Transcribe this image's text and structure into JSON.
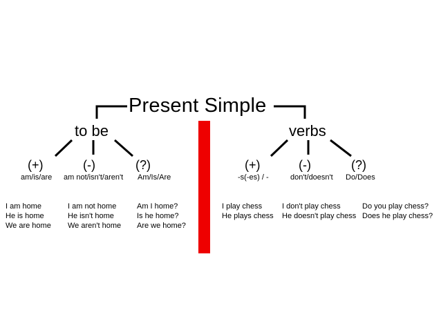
{
  "title": "Present Simple",
  "divider_color": "#ee0000",
  "branches": {
    "to_be": {
      "label": "to be",
      "columns": [
        {
          "sign": "(+)",
          "form": "am/is/are",
          "examples": [
            "I am home",
            "He is home",
            "We are home"
          ]
        },
        {
          "sign": "(-)",
          "form": "am not/isn't/aren't",
          "examples": [
            "I am not home",
            "He isn't home",
            "We aren't home"
          ]
        },
        {
          "sign": "(?)",
          "form": "Am/Is/Are",
          "examples": [
            "Am I home?",
            "Is he home?",
            "Are we home?"
          ]
        }
      ]
    },
    "verbs": {
      "label": "verbs",
      "columns": [
        {
          "sign": "(+)",
          "form": "-s(-es) / -",
          "examples": [
            "I play chess",
            "He plays chess"
          ]
        },
        {
          "sign": "(-)",
          "form": "don't/doesn't",
          "examples": [
            "I don't play chess",
            "He doesn't play chess"
          ]
        },
        {
          "sign": "(?)",
          "form": "Do/Does",
          "examples": [
            "Do you play chess?",
            "Does he play chess?"
          ]
        }
      ]
    }
  }
}
